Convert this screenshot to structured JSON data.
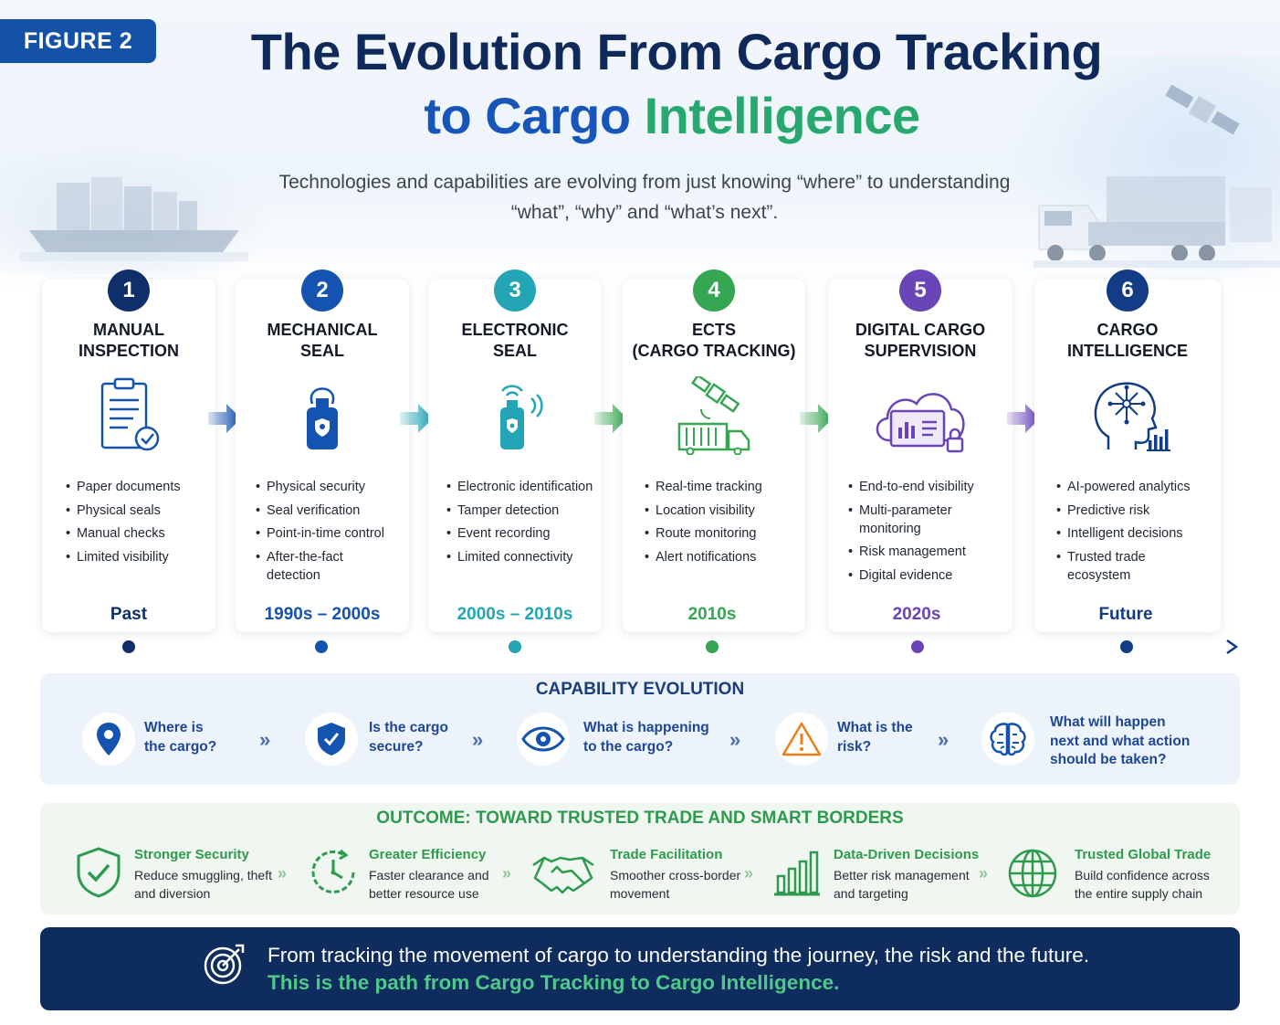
{
  "figure_label": "FIGURE 2",
  "title": {
    "line1": "The Evolution From Cargo Tracking",
    "line2_part1": "to Cargo",
    "line2_part2": "Intelligence"
  },
  "subtitle": "Technologies and capabilities are evolving from just knowing “where” to understanding “what”, “why” and “what’s next”.",
  "colors": {
    "navy": "#0f2a5a",
    "stage1": "#0f2f6b",
    "stage2": "#1553b0",
    "stage3": "#23a5b5",
    "stage4": "#35a651",
    "stage5": "#6a45b8",
    "stage6": "#123c86",
    "green": "#2e9a4d"
  },
  "stages": [
    {
      "number": "1",
      "title": "MANUAL\nINSPECTION",
      "icon": "clipboard-check-icon",
      "bullets": [
        "Paper documents",
        "Physical seals",
        "Manual checks",
        "Limited visibility"
      ],
      "era": "Past"
    },
    {
      "number": "2",
      "title": "MECHANICAL\nSEAL",
      "icon": "seal-lock-icon",
      "bullets": [
        "Physical security",
        "Seal verification",
        "Point-in-time control",
        "After-the-fact\ndetection"
      ],
      "era": "1990s – 2000s"
    },
    {
      "number": "3",
      "title": "ELECTRONIC\nSEAL",
      "icon": "electronic-seal-icon",
      "bullets": [
        "Electronic identification",
        "Tamper detection",
        "Event recording",
        "Limited connectivity"
      ],
      "era": "2000s – 2010s"
    },
    {
      "number": "4",
      "title": "ECTS\n(CARGO TRACKING)",
      "icon": "satellite-truck-icon",
      "bullets": [
        "Real-time tracking",
        "Location visibility",
        "Route monitoring",
        "Alert notifications"
      ],
      "era": "2010s"
    },
    {
      "number": "5",
      "title": "DIGITAL CARGO\nSUPERVISION",
      "icon": "cloud-dashboard-icon",
      "bullets": [
        "End-to-end visibility",
        "Multi-parameter\nmonitoring",
        "Risk management",
        "Digital evidence"
      ],
      "era": "2020s"
    },
    {
      "number": "6",
      "title": "CARGO\nINTELLIGENCE",
      "icon": "ai-head-icon",
      "bullets": [
        "AI-powered analytics",
        "Predictive risk",
        "Intelligent decisions",
        "Trusted trade\necosystem"
      ],
      "era": "Future"
    }
  ],
  "capability": {
    "title": "CAPABILITY EVOLUTION",
    "items": [
      {
        "icon": "location-pin-icon",
        "text": "Where is\nthe cargo?"
      },
      {
        "icon": "shield-check-icon",
        "text": "Is the cargo\nsecure?"
      },
      {
        "icon": "eye-icon",
        "text": "What is happening\nto the cargo?"
      },
      {
        "icon": "warning-icon",
        "text": "What is the\nrisk?"
      },
      {
        "icon": "brain-icon",
        "text": "What will happen\nnext and what action\nshould be taken?"
      }
    ],
    "separator": "»"
  },
  "outcome": {
    "title": "OUTCOME: TOWARD TRUSTED TRADE AND SMART BORDERS",
    "items": [
      {
        "icon": "shield-check-icon",
        "heading": "Stronger Security",
        "desc": "Reduce smuggling, theft\nand diversion"
      },
      {
        "icon": "clock-icon",
        "heading": "Greater Efficiency",
        "desc": "Faster clearance and\nbetter resource use"
      },
      {
        "icon": "handshake-icon",
        "heading": "Trade Facilitation",
        "desc": "Smoother cross-border\nmovement"
      },
      {
        "icon": "bar-chart-icon",
        "heading": "Data-Driven Decisions",
        "desc": "Better risk management\nand targeting"
      },
      {
        "icon": "globe-icon",
        "heading": "Trusted Global Trade",
        "desc": "Build confidence across\nthe entire supply chain"
      }
    ],
    "separator": "»"
  },
  "banner": {
    "icon": "target-icon",
    "line1": "From tracking the movement of cargo to understanding the journey, the risk and the future.",
    "line2": "This is the path from Cargo Tracking to Cargo Intelligence."
  }
}
